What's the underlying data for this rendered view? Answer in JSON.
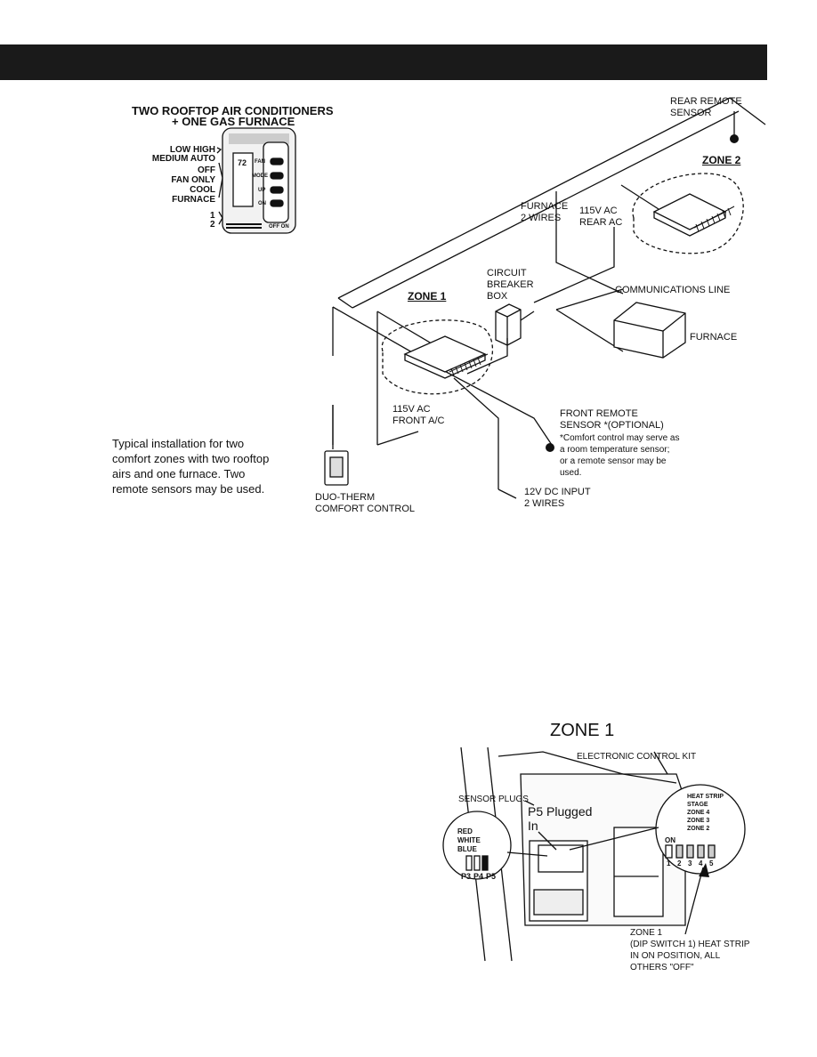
{
  "header": {
    "color": "#1a1a1a"
  },
  "top_diagram": {
    "title_line1": "TWO ROOFTOP AIR CONDITIONERS",
    "title_line2": "+ ONE GAS FURNACE",
    "fan_speed_labels": [
      "LOW  HIGH",
      "MEDIUM  AUTO"
    ],
    "mode_labels": [
      "OFF",
      "FAN ONLY",
      "COOL",
      "FURNACE"
    ],
    "zone_numbers": [
      "1",
      "2"
    ],
    "thermostat_buttons": [
      "FAN",
      "MODE",
      "UP",
      "ON"
    ],
    "thermostat_bottom": "OFF  ON",
    "thermostat_display": "72",
    "rear_remote_sensor": [
      "REAR REMOTE",
      "SENSOR"
    ],
    "zone2": "ZONE 2",
    "furnace_wires": [
      "FURNACE",
      "2 WIRES"
    ],
    "rear_ac": [
      "115V AC",
      "REAR AC"
    ],
    "circuit_breaker": [
      "CIRCUIT",
      "BREAKER",
      "BOX"
    ],
    "communications_line": "COMMUNICATIONS LINE",
    "zone1": "ZONE 1",
    "furnace": "FURNACE",
    "front_ac": [
      "115V AC",
      "FRONT A/C"
    ],
    "front_remote_sensor": [
      "FRONT REMOTE",
      "SENSOR *(OPTIONAL)"
    ],
    "sensor_note": [
      "*Comfort control may serve as",
      "a room temperature sensor;",
      "or a remote sensor may be",
      "used."
    ],
    "dc_input": [
      "12V DC INPUT",
      "2 WIRES"
    ],
    "comfort_control": [
      "DUO-THERM",
      "COMFORT CONTROL"
    ],
    "description": [
      "Typical installation for two",
      "comfort zones with two rooftop",
      "airs and one furnace. Two",
      "remote sensors may be used."
    ]
  },
  "bottom_diagram": {
    "title": "ZONE 1",
    "electronic_control_kit": "ELECTRONIC CONTROL KIT",
    "sensor_plugs": "SENSOR PLUGS",
    "p5_plugged": [
      "P5 Plugged",
      "In"
    ],
    "plugs": [
      "P3",
      "P4",
      "P5"
    ],
    "plug_colors": [
      "RED",
      "WHITE",
      "BLUE"
    ],
    "dip_labels": [
      "HEAT STRIP",
      "STAGE",
      "ZONE 4",
      "ZONE 3",
      "ZONE 2"
    ],
    "dip_on": "ON",
    "dip_numbers": [
      "1",
      "2",
      "3",
      "4",
      "5"
    ],
    "zone_note": [
      "ZONE 1",
      "(DIP SWITCH 1) HEAT STRIP",
      "IN ON POSITION, ALL",
      "OTHERS \"OFF\""
    ]
  }
}
